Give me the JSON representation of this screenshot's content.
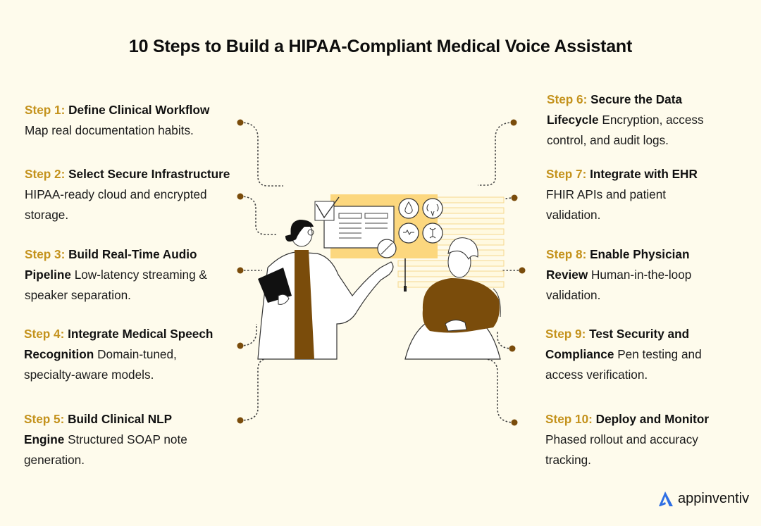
{
  "title": "10 Steps to Build a HIPAA-Compliant Medical Voice Assistant",
  "colors": {
    "background": "#FEFBEC",
    "step_label": "#C4921C",
    "accent_brown": "#7A4C0B",
    "panel_yellow": "#FCD77E",
    "logo_blue": "#2F6FE4"
  },
  "steps": [
    {
      "label": "Step 1:",
      "head": "Define Clinical Workflow",
      "desc": "Map real documentation habits."
    },
    {
      "label": "Step 2:",
      "head": "Select Secure Infrastructure",
      "desc": "HIPAA-ready cloud and encrypted storage."
    },
    {
      "label": "Step 3:",
      "head": "Build Real-Time Audio Pipeline",
      "desc": "Low-latency streaming & speaker separation."
    },
    {
      "label": "Step 4:",
      "head": "Integrate Medical Speech Recognition",
      "desc": "Domain-tuned, specialty-aware models."
    },
    {
      "label": "Step 5:",
      "head": "Build Clinical NLP Engine",
      "desc": "Structured SOAP note generation."
    },
    {
      "label": "Step 6:",
      "head": "Secure the Data Lifecycle",
      "desc": "Encryption, access control, and audit logs."
    },
    {
      "label": "Step 7:",
      "head": "Integrate with EHR",
      "desc": "FHIR APIs and patient validation."
    },
    {
      "label": "Step 8:",
      "head": "Enable Physician Review",
      "desc": "Human-in-the-loop validation."
    },
    {
      "label": "Step 9:",
      "head": "Test Security and Compliance",
      "desc": "Pen testing and access verification."
    },
    {
      "label": "Step 10:",
      "head": "Deploy and Monitor",
      "desc": "Phased rollout and accuracy tracking."
    }
  ],
  "illustration": {
    "icons": [
      "blood-drop-icon",
      "kidneys-icon",
      "heart-pulse-icon",
      "joint-icon",
      "pill-icon",
      "checkbox-icon"
    ]
  },
  "logo": {
    "text": "appinventiv"
  }
}
